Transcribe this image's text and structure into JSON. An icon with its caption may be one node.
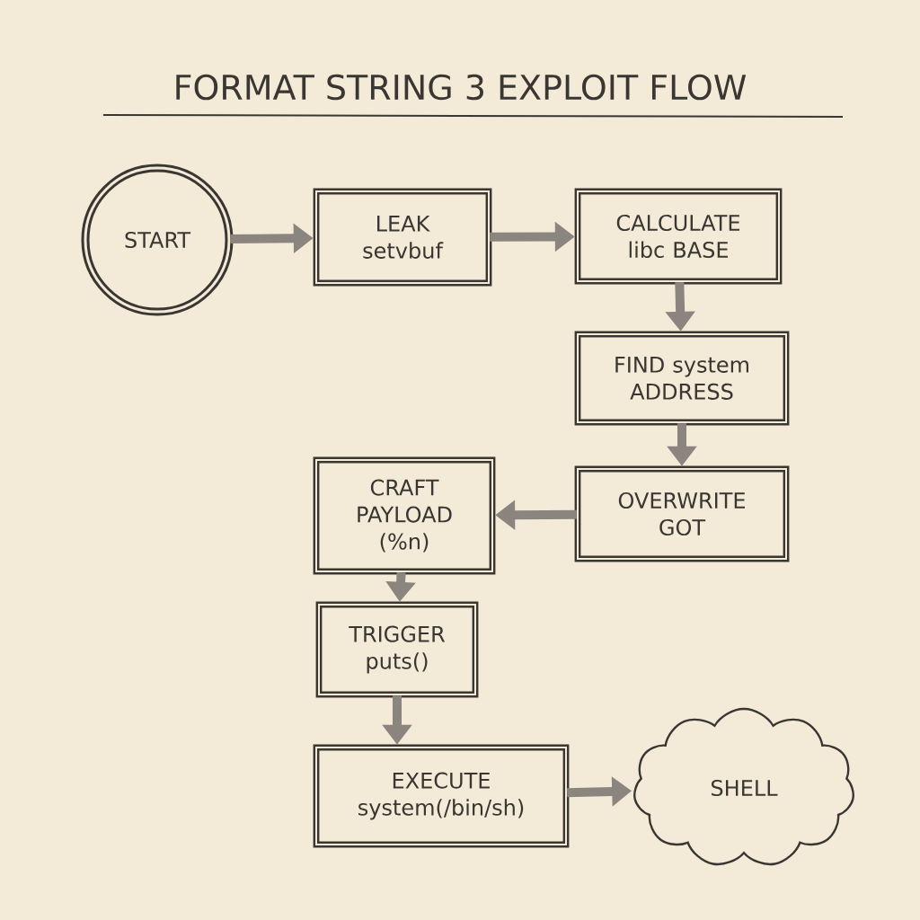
{
  "diagram": {
    "title": "FORMAT STRING 3 EXPLOIT FLOW",
    "nodes": [
      {
        "text": [
          "START"
        ]
      },
      {
        "text": [
          "LEAK setvbuf"
        ]
      },
      {
        "text": [
          "CALCULATE libc BASE"
        ]
      },
      {
        "text": [
          "FIND system ADDRESS"
        ]
      },
      {
        "text": [
          "OVERWRITE GOT"
        ]
      },
      {
        "text": [
          "CRAFT PAYLOAD (%n)"
        ]
      },
      {
        "text": [
          "TRIGGER puts()"
        ]
      },
      {
        "text": [
          "EXECUTE system(/bin/sh)"
        ]
      },
      {
        "text": [
          "SHELL"
        ]
      }
    ],
    "edges": [
      {
        "from": 0,
        "to": 1,
        "arrow": "to"
      },
      {
        "from": 1,
        "to": 2,
        "arrow": "to"
      },
      {
        "from": 2,
        "to": 3,
        "arrow": "to"
      },
      {
        "from": 3,
        "to": 4,
        "arrow": "to"
      },
      {
        "from": 4,
        "to": 5,
        "arrow": "to"
      },
      {
        "from": 5,
        "to": 6,
        "arrow": "to"
      },
      {
        "from": 6,
        "to": 7,
        "arrow": "to"
      },
      {
        "from": 7,
        "to": 8,
        "arrow": "to"
      }
    ]
  }
}
